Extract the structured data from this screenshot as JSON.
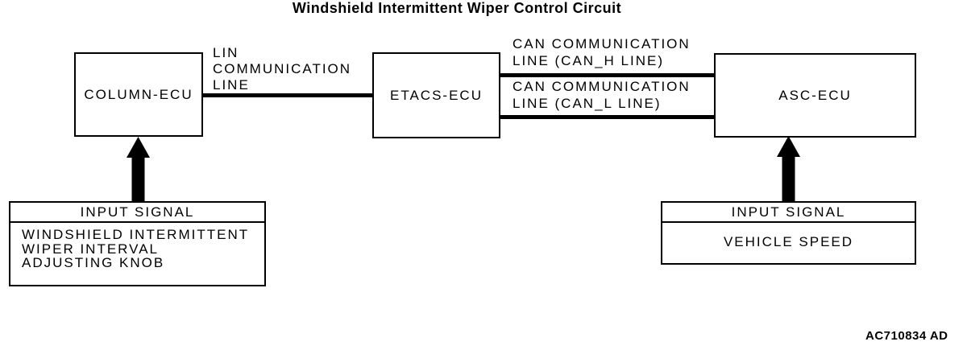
{
  "diagram": {
    "title": "Windshield Intermittent Wiper Control Circuit",
    "figure_code": "AC710834 AD",
    "colors": {
      "line": "#000000",
      "background": "#ffffff"
    }
  },
  "nodes": {
    "column_ecu": {
      "label": "COLUMN-ECU"
    },
    "etacs_ecu": {
      "label": "ETACS-ECU"
    },
    "asc_ecu": {
      "label": "ASC-ECU"
    }
  },
  "connections": {
    "lin": {
      "from": "COLUMN-ECU",
      "to": "ETACS-ECU",
      "lines": [
        "LIN",
        "COMMUNICATION",
        "LINE"
      ]
    },
    "can_h": {
      "from": "ETACS-ECU",
      "to": "ASC-ECU",
      "lines": [
        "CAN COMMUNICATION",
        "LINE (CAN_H LINE)"
      ]
    },
    "can_l": {
      "from": "ETACS-ECU",
      "to": "ASC-ECU",
      "lines": [
        "CAN COMMUNICATION",
        "LINE (CAN_L LINE)"
      ]
    }
  },
  "input_signals": {
    "left": {
      "header": "INPUT SIGNAL",
      "target": "COLUMN-ECU",
      "lines": [
        "WINDSHIELD INTERMITTENT",
        "WIPER INTERVAL",
        "ADJUSTING KNOB"
      ]
    },
    "right": {
      "header": "INPUT SIGNAL",
      "target": "ASC-ECU",
      "lines": [
        "VEHICLE SPEED"
      ]
    }
  }
}
